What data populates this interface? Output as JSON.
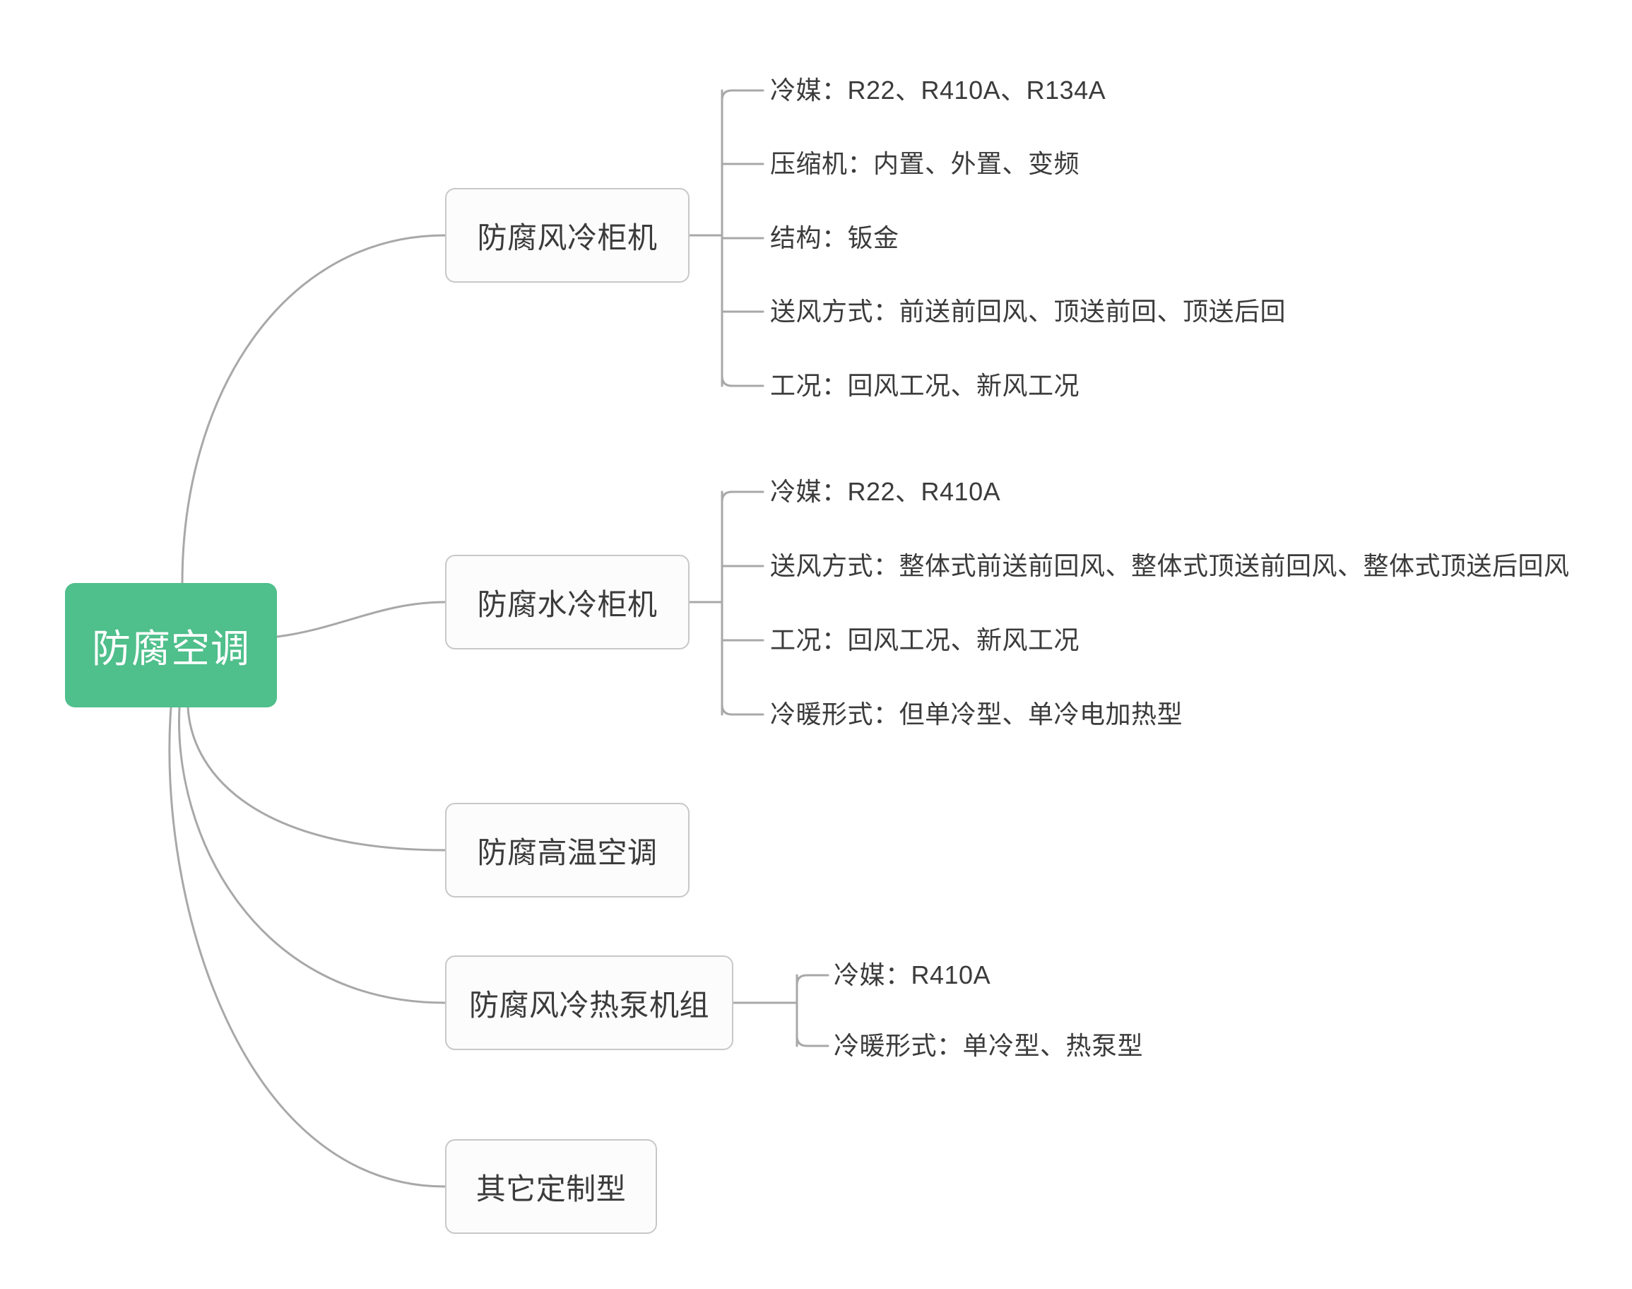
{
  "diagram": {
    "title": "防腐空调",
    "type": "mindmap",
    "colors": {
      "root_fill": "#4fbf8b",
      "root_text": "#ffffff",
      "node_fill": "#fcfcfc",
      "node_border": "#c8c8c8",
      "node_text": "#3b3b3b",
      "connector": "#a8a8a8"
    },
    "root": {
      "label": "防腐空调"
    },
    "branches": [
      {
        "label": "防腐风冷柜机",
        "children": [
          {
            "label": "冷媒：R22、R410A、R134A"
          },
          {
            "label": "压缩机：内置、外置、变频"
          },
          {
            "label": "结构：钣金"
          },
          {
            "label": "送风方式：前送前回风、顶送前回、顶送后回"
          },
          {
            "label": "工况：回风工况、新风工况"
          }
        ]
      },
      {
        "label": "防腐水冷柜机",
        "children": [
          {
            "label": "冷媒：R22、R410A"
          },
          {
            "label": "送风方式：整体式前送前回风、整体式顶送前回风、整体式顶送后回风"
          },
          {
            "label": "工况：回风工况、新风工况"
          },
          {
            "label": "冷暖形式：但单冷型、单冷电加热型"
          }
        ]
      },
      {
        "label": "防腐高温空调",
        "children": []
      },
      {
        "label": "防腐风冷热泵机组",
        "children": [
          {
            "label": "冷媒：R410A"
          },
          {
            "label": "冷暖形式：单冷型、热泵型"
          }
        ]
      },
      {
        "label": "其它定制型",
        "children": []
      }
    ]
  }
}
